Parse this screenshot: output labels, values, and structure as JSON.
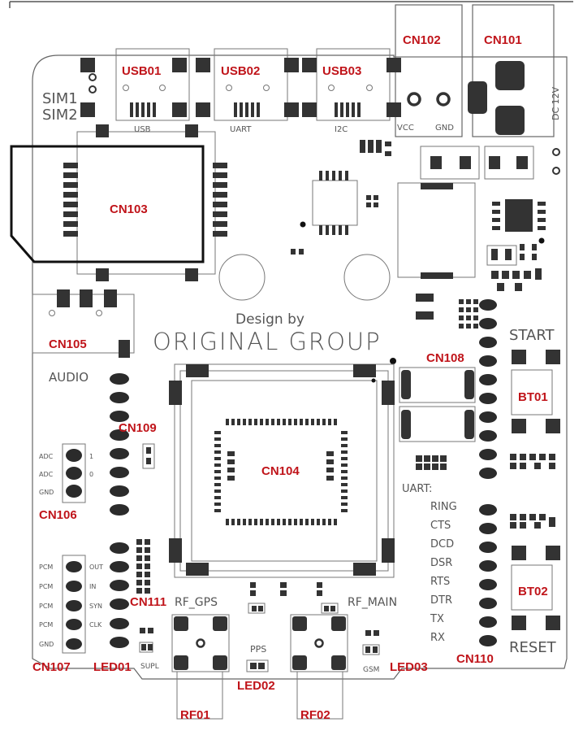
{
  "silkscreen": {
    "sim1": "SIM1",
    "sim2": "SIM2",
    "usb": "USB",
    "uart": "UART",
    "i2c": "I2C",
    "vcc": "VCC",
    "gnd": "GND",
    "dc12v": "DC 12V",
    "design_by": "Design by",
    "original_group": "ORIGINAL GROUP",
    "start": "START",
    "reset": "RESET",
    "audio": "AUDIO",
    "uart_hdr": "UART:",
    "rf_gps": "RF_GPS",
    "rf_main": "RF_MAIN",
    "pps": "PPS",
    "supl": "SUPL",
    "gsm": "GSM",
    "adc1": "ADC",
    "adc2": "ADC",
    "gnd_adc": "GND",
    "one": "1",
    "zero": "0",
    "pcm": [
      "PCM",
      "PCM",
      "PCM",
      "PCM"
    ],
    "gnd_pcm": "GND",
    "pcm_pins": [
      "OUT",
      "IN",
      "SYN",
      "CLK"
    ],
    "uart_pins": [
      "RING",
      "CTS",
      "DCD",
      "DSR",
      "RTS",
      "DTR",
      "TX",
      "RX"
    ]
  },
  "labels": {
    "usb01": "USB01",
    "usb02": "USB02",
    "usb03": "USB03",
    "cn102": "CN102",
    "cn101": "CN101",
    "cn103": "CN103",
    "cn105": "CN105",
    "cn108": "CN108",
    "bt01": "BT01",
    "cn109": "CN109",
    "cn104": "CN104",
    "cn106": "CN106",
    "cn111": "CN111",
    "cn107": "CN107",
    "led01": "LED01",
    "led02": "LED02",
    "led03": "LED03",
    "cn110": "CN110",
    "bt02": "BT02",
    "rf01": "RF01",
    "rf02": "RF02"
  },
  "colors": {
    "label": "#c0141a",
    "silk": "#555555",
    "pad": "#333333"
  }
}
